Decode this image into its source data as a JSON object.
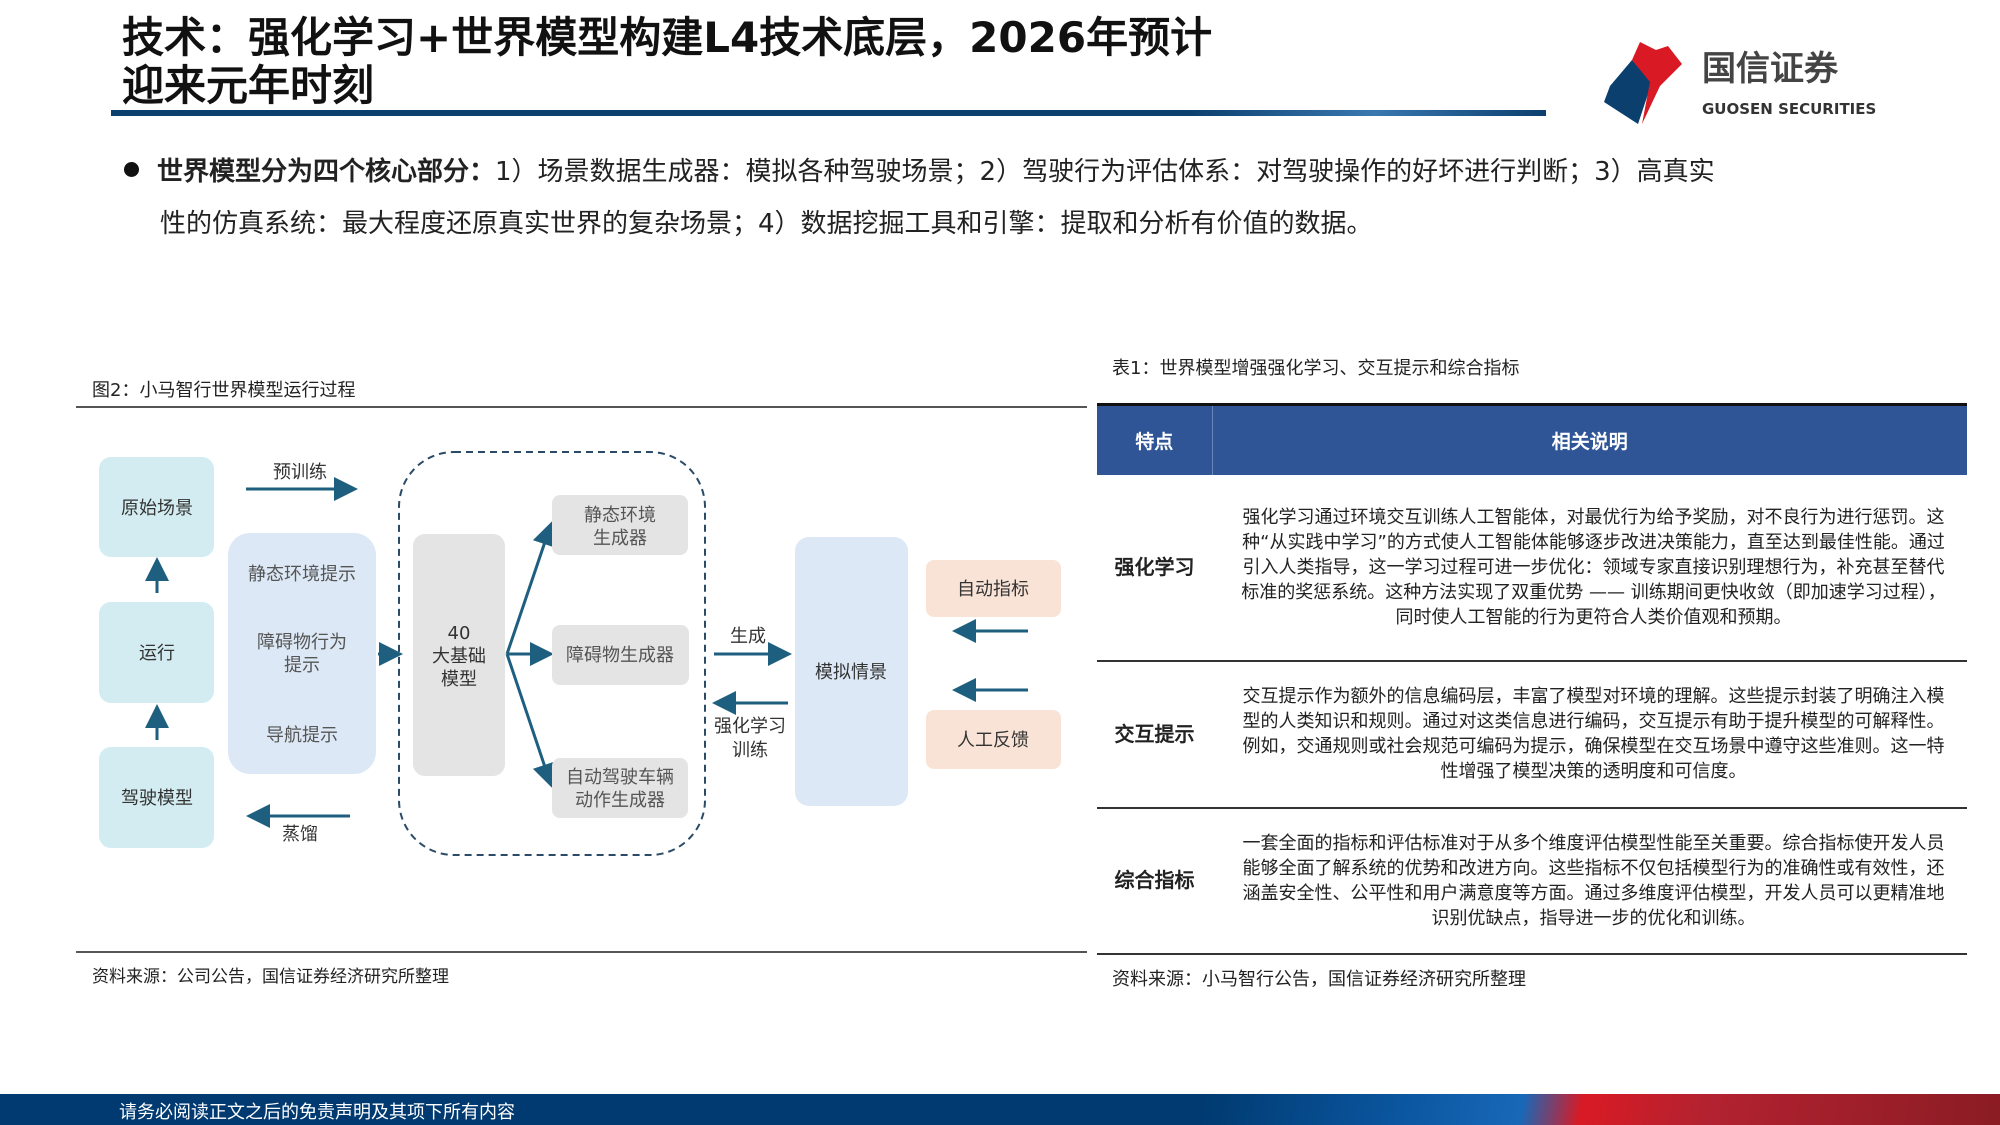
{
  "header": {
    "title_line1": "技术：强化学习+世界模型构建L4技术底层，2026年预计",
    "title_line2": "迎来元年时刻",
    "logo_cn": "国信证券",
    "logo_en": "GUOSEN SECURITIES"
  },
  "bullet": {
    "lead": "世界模型分为四个核心部分：",
    "line1_rest": "1）场景数据生成器：模拟各种驾驶场景；2）驾驶行为评估体系：对驾驶操作的好坏进行判断；3）高真实",
    "line2": "性的仿真系统：最大程度还原真实世界的复杂场景；4）数据挖掘工具和引擎：提取和分析有价值的数据。"
  },
  "figure": {
    "caption": "图2：小马智行世界模型运行过程",
    "source": "资料来源：公司公告，国信证券经济研究所整理",
    "nodes": {
      "raw_scene": "原始场景",
      "run": "运行",
      "driving_model": "驾驶模型",
      "static_prompt": "静态环境提示",
      "obstacle_prompt_1": "障碍物行为",
      "obstacle_prompt_2": "提示",
      "nav_prompt": "导航提示",
      "base_model_1": "40",
      "base_model_2": "大基础",
      "base_model_3": "模型",
      "static_gen_1": "静态环境",
      "static_gen_2": "生成器",
      "obstacle_gen": "障碍物生成器",
      "action_gen_1": "自动驾驶车辆",
      "action_gen_2": "动作生成器",
      "sim_scene": "模拟情景",
      "auto_metric": "自动指标",
      "human_feedback": "人工反馈"
    },
    "edges": {
      "pretrain": "预训练",
      "distill": "蒸馏",
      "generate": "生成",
      "rl_1": "强化学习",
      "rl_2": "训练"
    }
  },
  "table": {
    "caption": "表1：世界模型增强强化学习、交互提示和综合指标",
    "source": "资料来源：小马智行公告，国信证券经济研究所整理",
    "headers": [
      "特点",
      "相关说明"
    ],
    "rows": [
      {
        "feature": "强化学习",
        "desc": "强化学习通过环境交互训练人工智能体，对最优行为给予奖励，对不良行为进行惩罚。这种“从实践中学习”的方式使人工智能体能够逐步改进决策能力，直至达到最佳性能。通过引入人类指导，这一学习过程可进一步优化：领域专家直接识别理想行为，补充甚至替代标准的奖惩系统。这种方法实现了双重优势 —— 训练期间更快收敛（即加速学习过程），同时使人工智能的行为更符合人类价值观和预期。"
      },
      {
        "feature": "交互提示",
        "desc": "交互提示作为额外的信息编码层，丰富了模型对环境的理解。这些提示封装了明确注入模型的人类知识和规则。通过对这类信息进行编码，交互提示有助于提升模型的可解释性。例如，交通规则或社会规范可编码为提示，确保模型在交互场景中遵守这些准则。这一特性增强了模型决策的透明度和可信度。"
      },
      {
        "feature": "综合指标",
        "desc": "一套全面的指标和评估标准对于从多个维度评估模型性能至关重要。综合指标使开发人员能够全面了解系统的优势和改进方向。这些指标不仅包括模型行为的准确性或有效性，还涵盖安全性、公平性和用户满意度等方面。通过多维度评估模型，开发人员可以更精准地识别优缺点，指导进一步的优化和训练。"
      }
    ]
  },
  "footer": {
    "disclaimer": "请务必阅读正文之后的免责声明及其项下所有内容"
  },
  "colors": {
    "brand_blue": "#0b3f6e",
    "brand_red": "#d91a24",
    "table_header": "#2f5597",
    "arrow": "#1e5f80"
  }
}
